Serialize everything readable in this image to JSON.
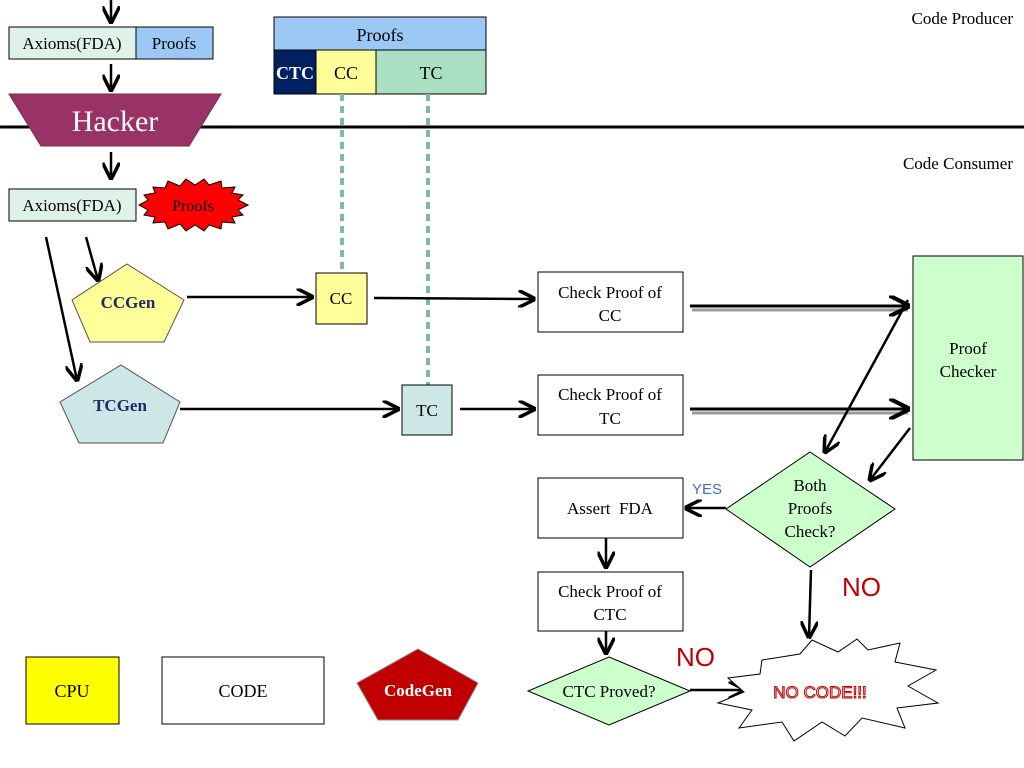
{
  "regions": {
    "producer": "Code Producer",
    "consumer": "Code Consumer"
  },
  "producer": {
    "axioms": "Axioms(FDA)",
    "proofs": "Proofs",
    "hacker": "Hacker",
    "bundle_proofs": "Proofs",
    "bundle_ctc": "CTC",
    "bundle_cc": "CC",
    "bundle_tc": "TC"
  },
  "consumer": {
    "axioms": "Axioms(FDA)",
    "tampered_proofs": "Proofs",
    "ccgen": "CCGen",
    "tcgen": "TCGen",
    "cc": "CC",
    "tc": "TC",
    "check_cc": [
      "Check Proof of",
      "CC"
    ],
    "check_tc": [
      "Check Proof of",
      "TC"
    ],
    "proof_checker": [
      "Proof",
      "Checker"
    ],
    "both_check": [
      "Both",
      "Proofs",
      "Check?"
    ],
    "yes": "YES",
    "no_1": "NO",
    "no_2": "NO",
    "assert_fda": "Assert  FDA",
    "check_ctc": [
      "Check Proof of",
      "CTC"
    ],
    "ctc_proved": "CTC Proved?",
    "no_code": "NO CODE!!!"
  },
  "legend": {
    "cpu": "CPU",
    "code": "CODE",
    "codegen": "CodeGen"
  },
  "colors": {
    "light_blue": "#9bc8f5",
    "light_green_box": "#dff2e7",
    "yellow_pale": "#ffff99",
    "mint": "#a9e0c4",
    "navy": "#002060",
    "hacker": "#993366",
    "burst_red": "#ff0000",
    "gen_blue": "#cde7e6",
    "checker_green": "#ccffcc",
    "diamond_green": "#ccffcc",
    "no_red": "#c00000",
    "yes_blue": "#4a6cc0",
    "cpu_yellow": "#ffff00",
    "codegen_red": "#c00000"
  }
}
